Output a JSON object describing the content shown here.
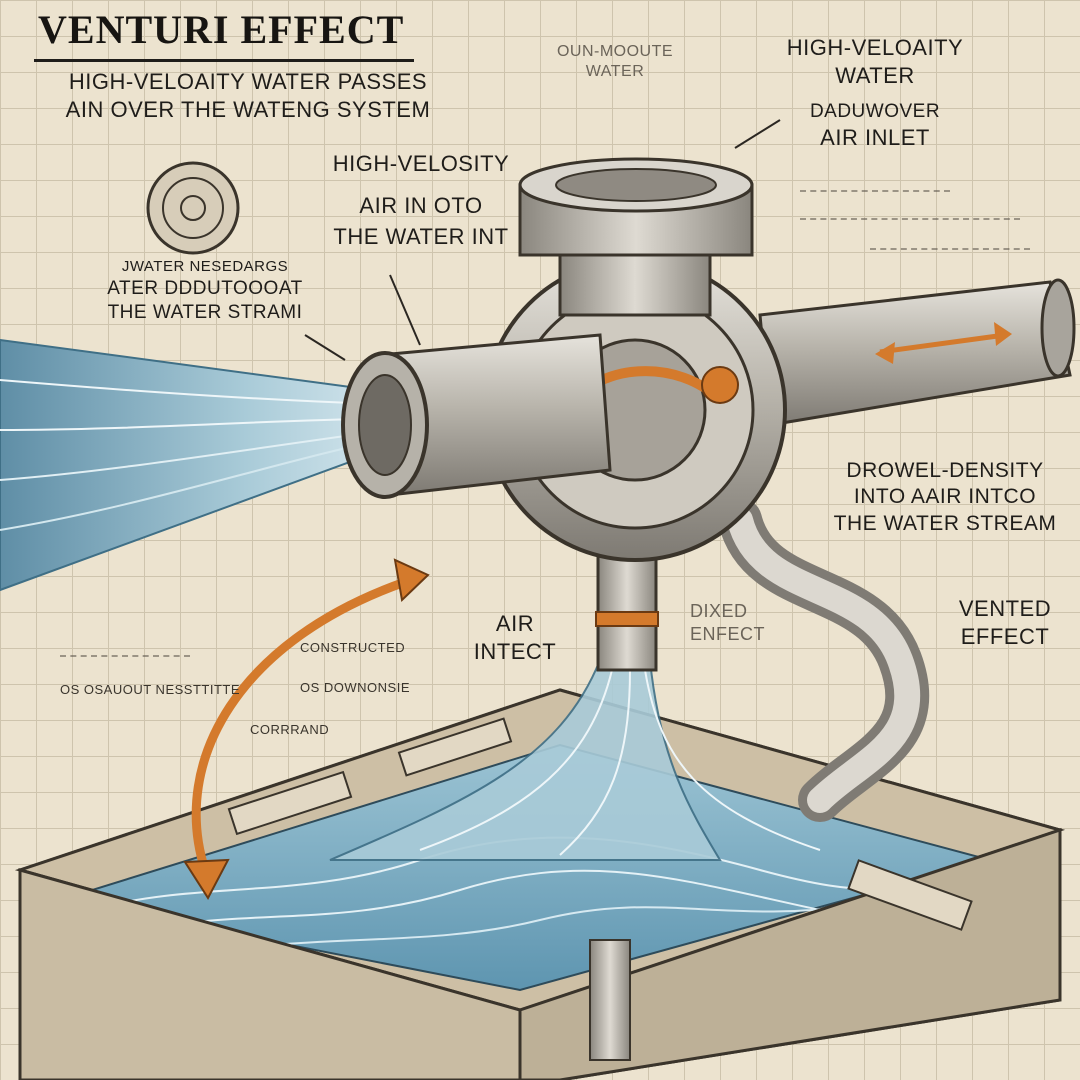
{
  "title": "VENTURI EFFECT",
  "labels": {
    "intro_line1": "HIGH-VELOAITY WATER PASSES",
    "intro_line2": "AIN OVER THE WATENG SYSTEM",
    "top_center_line1": "OUN-MOOUTE",
    "top_center_line2": "WATER",
    "top_right_line1": "HIGH-VELOAITY",
    "top_right_line2": "WATER",
    "inlet_line1": "DADUWOVER",
    "inlet_line2": "AIR INLET",
    "center_line1": "HIGH-VELOSITY",
    "center_line2": "AIR IN OTO",
    "center_line3": "THE WATER INT",
    "left_line1": "JWATER NESEDARGS",
    "left_line2": "ATER DDDUTOOOAT",
    "left_line3": "THE WATER STRAMI",
    "right_line1": "DROWEL-DENSITY",
    "right_line2": "INTO AAIR INTCO",
    "right_line3": "THE WATER STREAM",
    "air_intect_line1": "AIR",
    "air_intect_line2": "INTECT",
    "mixed_line1": "DIXED",
    "mixed_line2": "ENFECT",
    "vented_line1": "VENTED",
    "vented_line2": "EFFECT",
    "scrawl1": "CONSTRUCTED",
    "scrawl2": "OS OSAUOUT NESSTTITTE",
    "scrawl3": "OS DOWNONSIE",
    "scrawl4": "CORRRAND"
  },
  "colors": {
    "paper": "#ece3cf",
    "grid": "#c9bfa8",
    "ink": "#1f1d1a",
    "metal": "#b9b6ae",
    "water": "#8fb7c9",
    "pool": "#6fa6c0",
    "copper": "#d47a2c"
  }
}
